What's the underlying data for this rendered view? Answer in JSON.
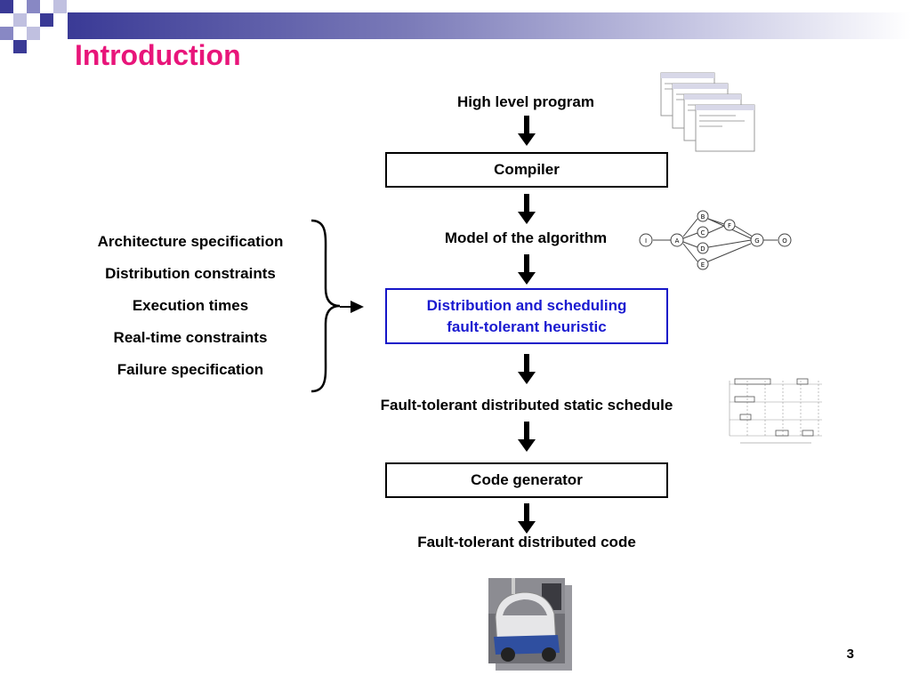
{
  "slide": {
    "title": "Introduction",
    "slide_number": "3",
    "colors": {
      "title": "#e8157a",
      "highlight_box_border": "#1616c8",
      "highlight_text": "#1a1ad0",
      "header_bar": "#3a3a96"
    }
  },
  "flow": {
    "high_level_program": "High level program",
    "compiler": "Compiler",
    "model": "Model of the algorithm",
    "heuristic_line1": "Distribution and scheduling",
    "heuristic_line2": "fault-tolerant heuristic",
    "schedule": "Fault-tolerant distributed static schedule",
    "code_generator": "Code generator",
    "code": "Fault-tolerant distributed code"
  },
  "inputs": [
    "Architecture specification",
    "Distribution constraints",
    "Execution times",
    "Real-time constraints",
    "Failure specification"
  ],
  "graph_nodes": [
    "I",
    "A",
    "B",
    "C",
    "D",
    "E",
    "F",
    "G",
    "O"
  ],
  "icons": {
    "code_windows": "stacked-code-windows-icon",
    "algorithm_graph": "algorithm-graph-icon",
    "schedule_chart": "schedule-gantt-icon",
    "vehicle_photo": "vehicle-photo-icon"
  }
}
